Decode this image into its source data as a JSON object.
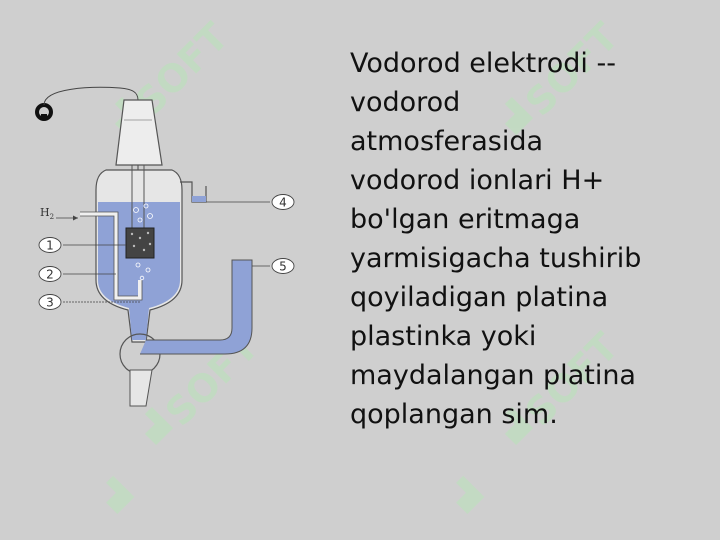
{
  "slide": {
    "background": "#cfcfcf",
    "text": "Vodorod elektrodi --\nvodorod\natmosferasida\nvodorod ionlari H+\nbo'lgan eritmaga\nyarmisigacha tushirib\nqoyiladigan platina\nplastinka yoki\nmaydalangan platina\nqoplangan sim.",
    "text_color": "#111111"
  },
  "diagram": {
    "gas_label": "H",
    "gas_subscript": "2",
    "callouts": [
      "1",
      "2",
      "3",
      "4",
      "5"
    ],
    "solution_color": "#8fa2d6",
    "platinum_color": "#444444"
  },
  "watermark": {
    "text": "SOFT",
    "color": "#b9e3b9"
  }
}
